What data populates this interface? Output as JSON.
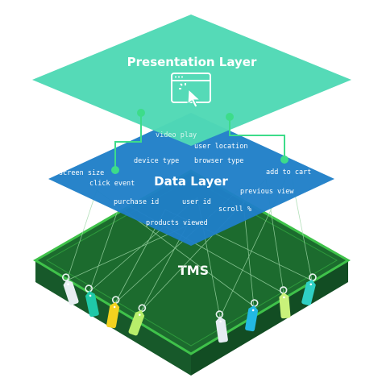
{
  "layers": {
    "presentation": {
      "label": "Presentation Layer",
      "color": "#4fd9b5"
    },
    "data": {
      "label": "Data Layer",
      "color": "#1f7fc8"
    },
    "tms": {
      "label": "TMS",
      "color": "#1c6b2e",
      "border": "#3fc24a"
    }
  },
  "data_terms": [
    "video play",
    "user location",
    "device type",
    "browser type",
    "screen size",
    "add to cart",
    "click event",
    "previous view",
    "purchase id",
    "user id",
    "scroll %",
    "products viewed"
  ],
  "icons": {
    "presentation": "browser-click-icon",
    "tags": "tag-icon"
  },
  "tag_colors": [
    "#e8eef2",
    "#1fc9a8",
    "#f3d21f",
    "#b7ee6a",
    "#e6ecf3",
    "#22b9e3",
    "#c9f27a",
    "#2fd0c4"
  ]
}
